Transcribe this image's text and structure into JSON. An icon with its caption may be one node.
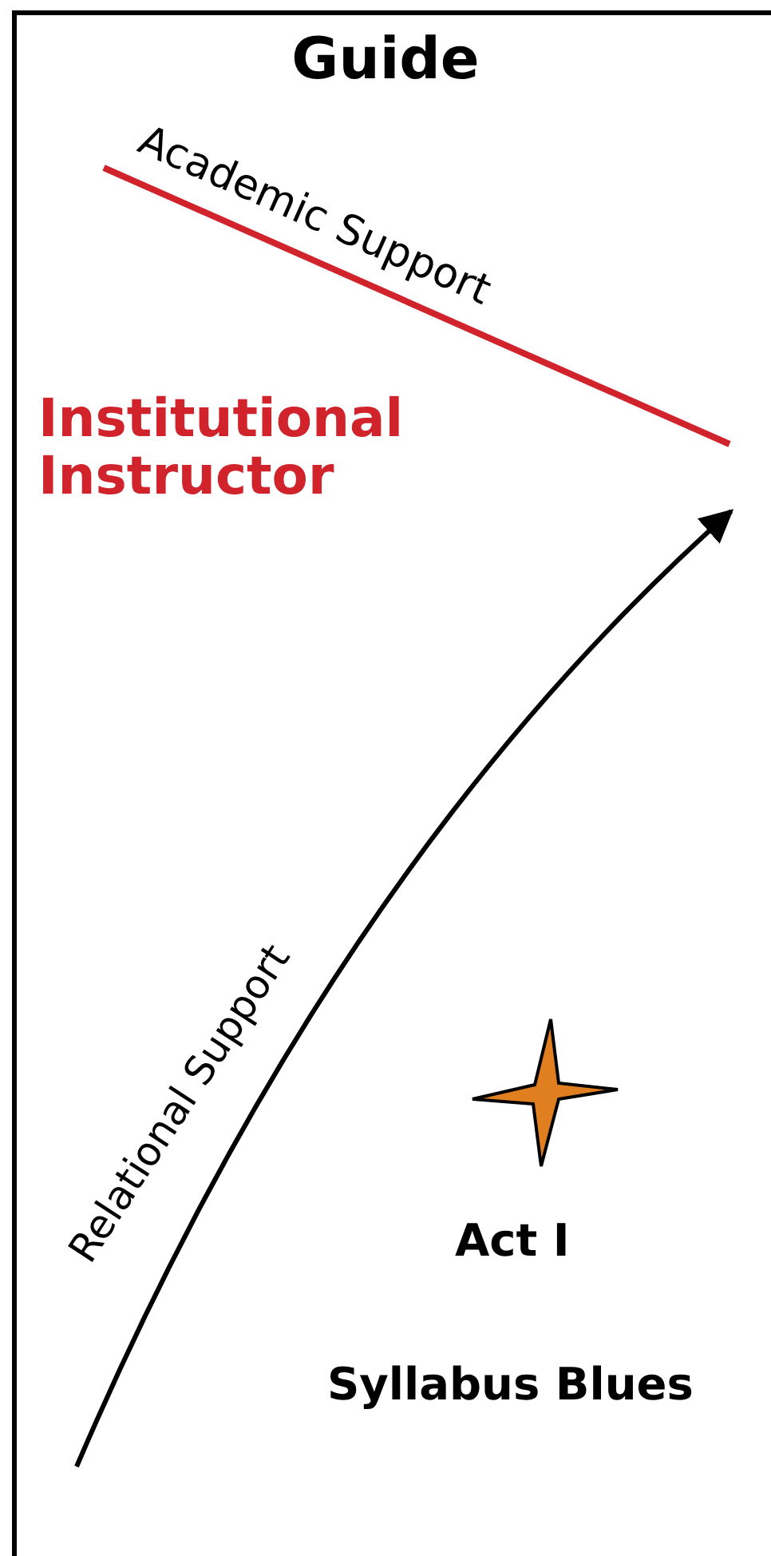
{
  "diagram": {
    "title": "Guide",
    "labels": [
      "Academic Support",
      "Institutional Instructor",
      "Relational Support",
      "Act I",
      "Syllabus Blues"
    ]
  }
}
